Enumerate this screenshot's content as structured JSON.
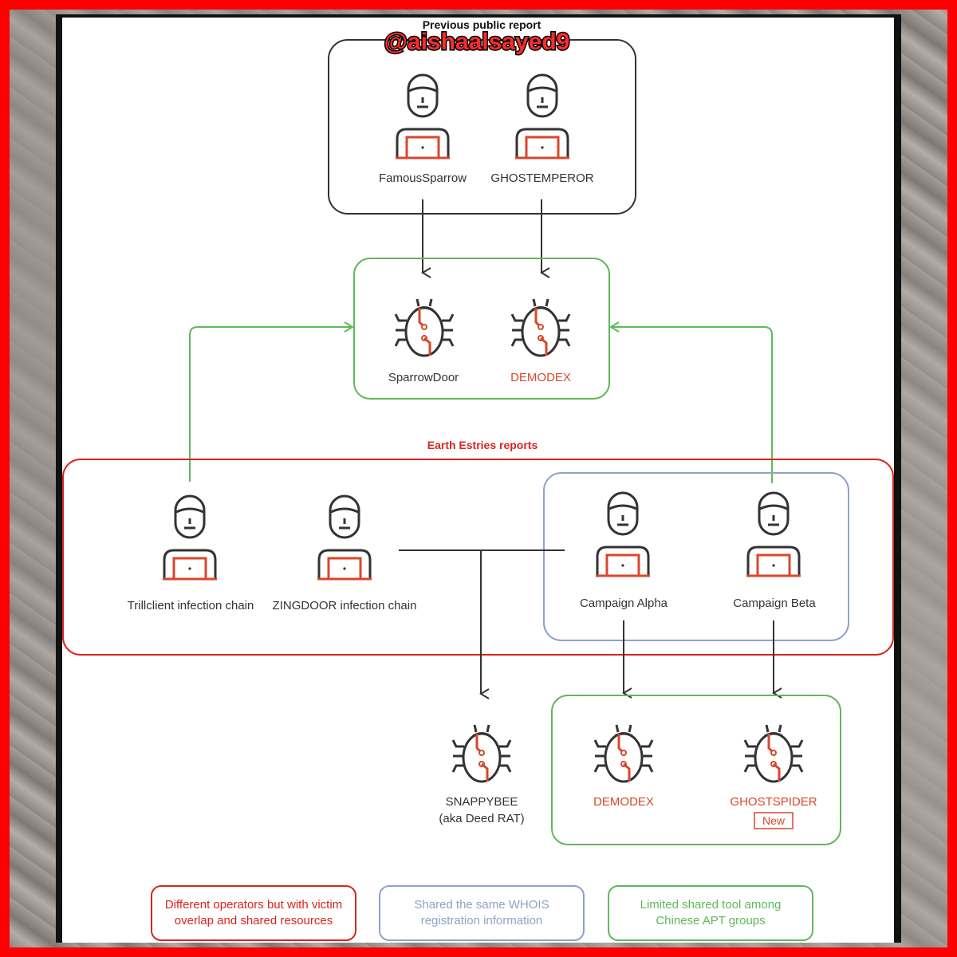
{
  "watermark": "@aishaalsayed9",
  "top_group": {
    "title": "Previous public report",
    "actors": [
      "FamousSparrow",
      "GHOSTEMPEROR"
    ]
  },
  "top_tools": {
    "items": [
      {
        "label": "SparrowDoor",
        "highlight": false
      },
      {
        "label": "DEMODEX",
        "highlight": true
      }
    ]
  },
  "middle_group": {
    "title": "Earth Estries reports",
    "chains": [
      "Trillclient infection chain",
      "ZINGDOOR infection chain"
    ],
    "campaigns": [
      "Campaign Alpha",
      "Campaign Beta"
    ]
  },
  "snappybee": {
    "line1": "SNAPPYBEE",
    "line2": "(aka Deed RAT)"
  },
  "bottom_tools": {
    "items": [
      {
        "label": "DEMODEX",
        "highlight": true
      },
      {
        "label": "GHOSTSPIDER",
        "highlight": true,
        "badge": "New"
      }
    ]
  },
  "legend": [
    {
      "line1": "Different operators but with victim",
      "line2": "overlap and shared resources",
      "color": "#d9251d"
    },
    {
      "line1": "Shared the same WHOIS",
      "line2": "registration information",
      "color": "#8ea2c8"
    },
    {
      "line1": "Limited shared tool among",
      "line2": "Chinese APT groups",
      "color": "#5fb85a"
    }
  ],
  "colors": {
    "red": "#d9251d",
    "blue": "#8ea2c8",
    "green": "#5fb85a",
    "orange": "#d9472b",
    "dark": "#333333"
  }
}
